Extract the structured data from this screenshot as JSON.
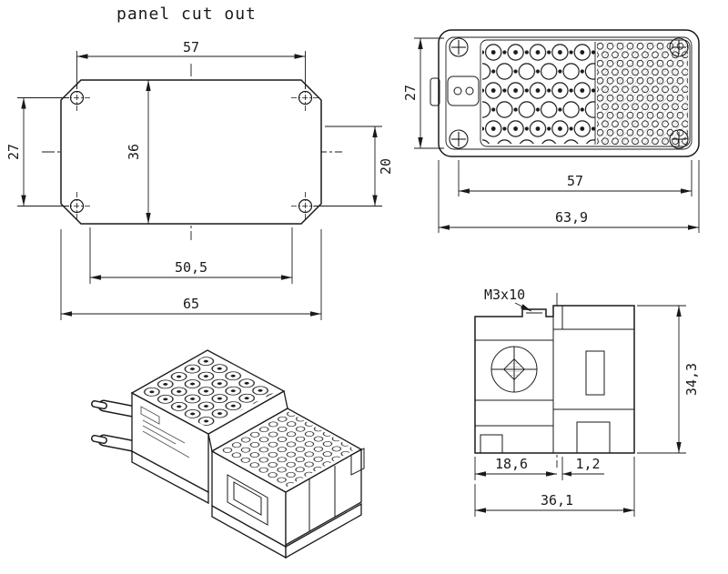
{
  "page": {
    "title": "panel cut out"
  },
  "colors": {
    "ink": "#1a1a1a",
    "paper": "#ffffff"
  },
  "panel_view": {
    "dim_hole_spacing_h": "57",
    "dim_hole_spacing_v": "27",
    "dim_cutout_height": "36",
    "dim_right_offset": "20",
    "dim_inner_width": "50,5",
    "dim_total_width": "65"
  },
  "front_view": {
    "dim_insert_height": "27",
    "dim_insert_width": "57",
    "dim_total_width": "63,9"
  },
  "side_view": {
    "screw_label": "M3x10",
    "dim_total_height": "34,3",
    "dim_left_width": "18,6",
    "dim_offset": "1,2",
    "dim_total_width": "36,1"
  }
}
